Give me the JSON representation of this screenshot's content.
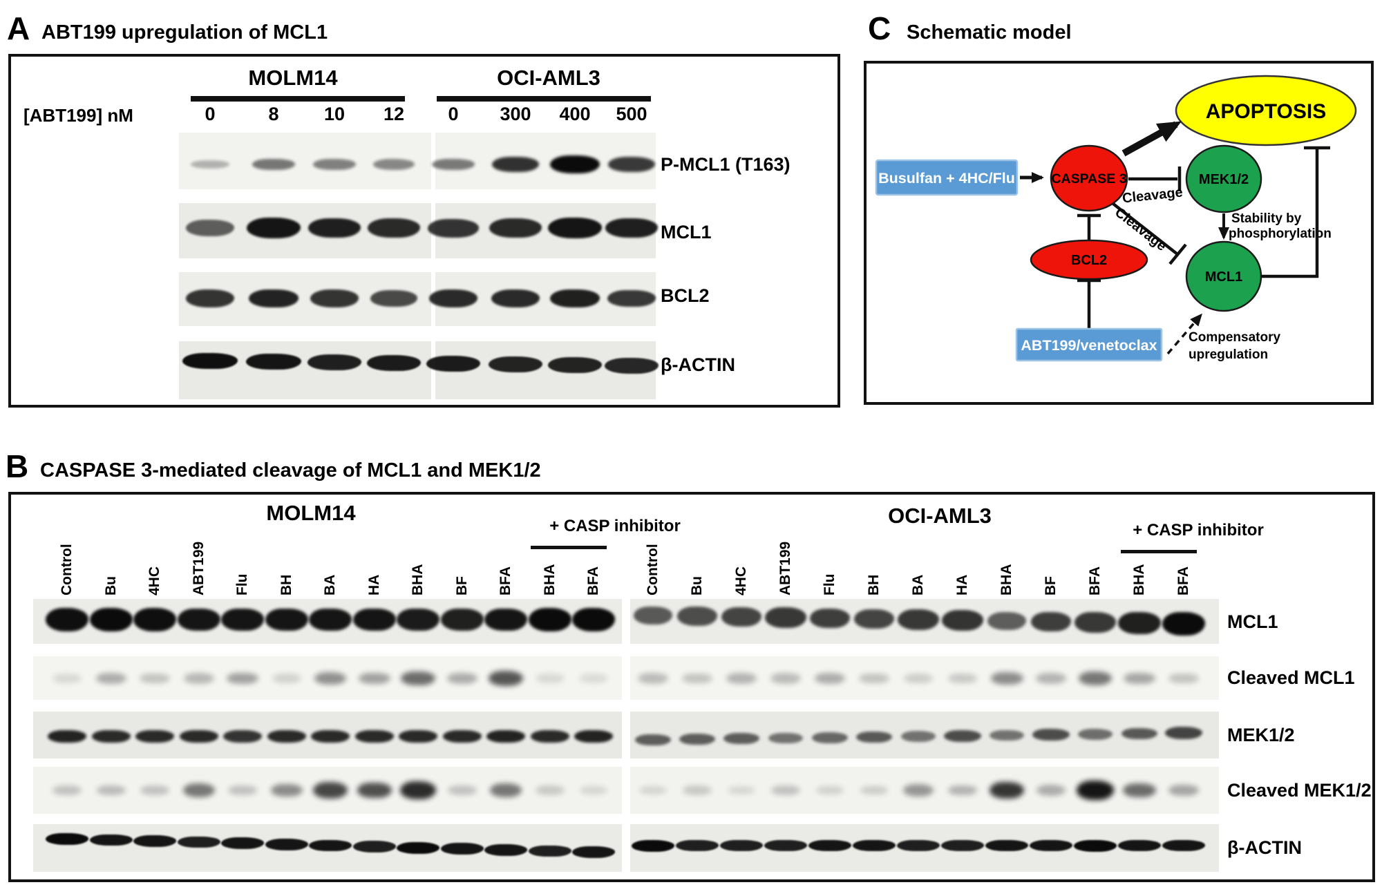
{
  "colors": {
    "red": "#ee1409",
    "green": "#1ca24e",
    "yellow": "#ffff00",
    "blue": "#5b9bd5",
    "band": "#0b0b0b"
  },
  "panelA": {
    "letter": "A",
    "title": "ABT199 upregulation of MCL1",
    "dose_label": "[ABT199] nM",
    "groups": [
      {
        "name": "MOLM14",
        "doses": [
          "0",
          "8",
          "10",
          "12"
        ]
      },
      {
        "name": "OCI-AML3",
        "doses": [
          "0",
          "300",
          "400",
          "500"
        ]
      }
    ],
    "rows": [
      {
        "label": "P-MCL1 (T163)",
        "bands": [
          0.22,
          0.5,
          0.45,
          0.42,
          0.48,
          0.82,
          1.0,
          0.78
        ]
      },
      {
        "label": "MCL1",
        "bands": [
          0.6,
          0.95,
          0.9,
          0.85,
          0.8,
          0.85,
          0.95,
          0.9
        ]
      },
      {
        "label": "BCL2",
        "bands": [
          0.8,
          0.88,
          0.8,
          0.7,
          0.85,
          0.85,
          0.9,
          0.78
        ]
      },
      {
        "label": "β-ACTIN",
        "bands": [
          0.98,
          0.95,
          0.9,
          0.92,
          0.92,
          0.88,
          0.88,
          0.86
        ]
      }
    ]
  },
  "panelB": {
    "letter": "B",
    "title": "CASPASE 3-mediated cleavage of MCL1 and MEK1/2",
    "casp_inhibitor": "+ CASP  inhibitor",
    "cell_lines": [
      "MOLM14",
      "OCI-AML3"
    ],
    "lanes": [
      "Control",
      "Bu",
      "4HC",
      "ABT199",
      "Flu",
      "BH",
      "BA",
      "HA",
      "BHA",
      "BF",
      "BFA",
      "BHA",
      "BFA"
    ],
    "rows": [
      {
        "label": "MCL1",
        "molm14": [
          0.98,
          1,
          0.98,
          0.95,
          0.95,
          0.95,
          0.95,
          0.95,
          0.92,
          0.9,
          0.95,
          1,
          1
        ],
        "oci_aml3": [
          0.62,
          0.68,
          0.72,
          0.78,
          0.75,
          0.72,
          0.78,
          0.8,
          0.6,
          0.75,
          0.78,
          0.9,
          1
        ]
      },
      {
        "label": "Cleaved MCL1",
        "molm14": [
          0.05,
          0.25,
          0.15,
          0.2,
          0.3,
          0.08,
          0.38,
          0.3,
          0.55,
          0.25,
          0.65,
          0.05,
          0.04
        ],
        "oci_aml3": [
          0.18,
          0.15,
          0.22,
          0.18,
          0.25,
          0.15,
          0.1,
          0.12,
          0.4,
          0.22,
          0.5,
          0.28,
          0.15
        ]
      },
      {
        "label": "MEK1/2",
        "molm14": [
          0.88,
          0.85,
          0.85,
          0.85,
          0.8,
          0.85,
          0.85,
          0.85,
          0.85,
          0.85,
          0.88,
          0.85,
          0.88
        ],
        "oci_aml3": [
          0.6,
          0.6,
          0.6,
          0.5,
          0.55,
          0.62,
          0.5,
          0.68,
          0.5,
          0.68,
          0.52,
          0.62,
          0.72
        ]
      },
      {
        "label": "Cleaved MEK1/2",
        "molm14": [
          0.15,
          0.18,
          0.15,
          0.5,
          0.15,
          0.4,
          0.72,
          0.68,
          0.85,
          0.15,
          0.5,
          0.12,
          0.06
        ],
        "oci_aml3": [
          0.06,
          0.12,
          0.05,
          0.15,
          0.08,
          0.1,
          0.35,
          0.22,
          0.8,
          0.25,
          0.95,
          0.55,
          0.28
        ]
      },
      {
        "label": "β-ACTIN",
        "molm14": [
          1,
          0.95,
          0.95,
          0.9,
          0.95,
          0.95,
          0.95,
          0.9,
          1,
          0.95,
          0.95,
          0.9,
          0.95
        ],
        "oci_aml3": [
          1,
          0.9,
          0.9,
          0.9,
          0.95,
          0.95,
          0.9,
          0.9,
          0.95,
          0.95,
          1,
          0.95,
          0.95
        ]
      }
    ]
  },
  "panelC": {
    "letter": "C",
    "title": "Schematic model",
    "nodes": {
      "busulfan": "Busulfan + 4HC/Flu",
      "caspase3": "CASPASE 3",
      "apoptosis": "APOPTOSIS",
      "mek12": "MEK1/2",
      "bcl2": "BCL2",
      "mcl1": "MCL1",
      "abt199": "ABT199/venetoclax"
    },
    "labels": {
      "cleavage_mek": "Cleavage",
      "cleavage_mcl": "Cleavage",
      "stability_1": "Stability by",
      "stability_2": "phosphorylation",
      "comp_1": "Compensatory",
      "comp_2": "upregulation"
    }
  }
}
